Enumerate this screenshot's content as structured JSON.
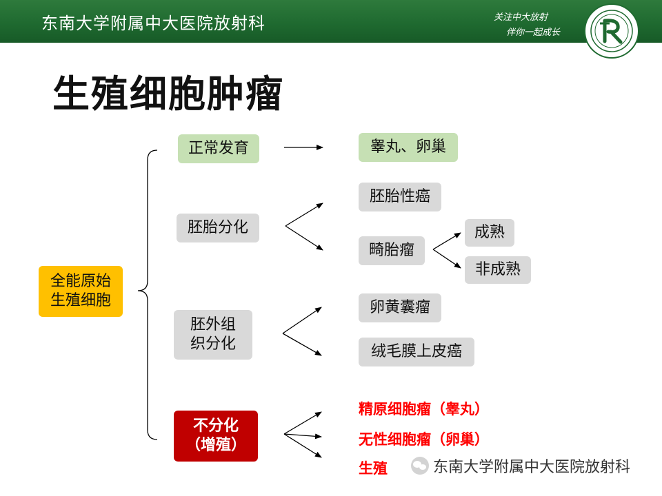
{
  "header": {
    "title": "东南大学附属中大医院放射科",
    "slogan_line1": "关注中大放射",
    "slogan_line2": "伴你一起成长",
    "colors": {
      "header_bg": "#1f6a30",
      "accent_red": "#ff0000"
    }
  },
  "page_title": "生殖细胞肿瘤",
  "diagram": {
    "root": {
      "line1": "全能原始",
      "line2": "生殖细胞"
    },
    "branches": {
      "normal": "正常发育",
      "embryonic": "胚胎分化",
      "extra_line1": "胚外组",
      "extra_line2": "织分化",
      "undiff_line1": "不分化",
      "undiff_line2": "（增殖）"
    },
    "leaves": {
      "testis_ovary": "睾丸、卵巢",
      "embryonal_carcinoma": "胚胎性癌",
      "teratoma": "畸胎瘤",
      "mature": "成熟",
      "immature": "非成熟",
      "yolk_sac": "卵黄囊瘤",
      "choriocarcinoma": "绒毛膜上皮癌",
      "seminoma": "精原细胞瘤（睾丸）",
      "dysgerminoma": "无性细胞瘤（卵巢）",
      "germinoma_partial": "生殖"
    }
  },
  "watermark": "东南大学附属中大医院放射科"
}
